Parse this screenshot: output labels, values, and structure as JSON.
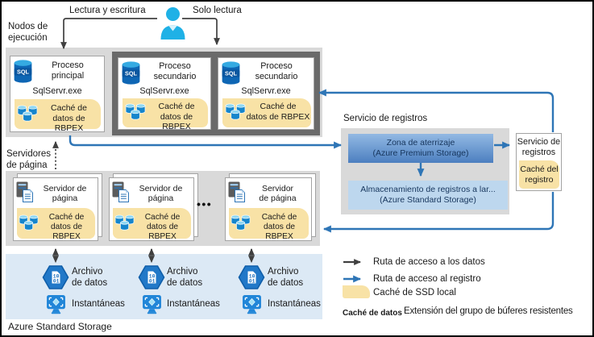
{
  "colors": {
    "blue_arrow": "#2E75B6",
    "dark_arrow": "#404040",
    "cache_yellow": "#F8E2A6",
    "container_gray": "#D9D9D9",
    "replica_container_gray": "#6A6A6A",
    "storage_area_blue": "#DCE9F5",
    "landing_zone_blue_top": "#93B9E3",
    "landing_zone_blue_bottom": "#4C7FC0",
    "long_term_blue": "#BDD7EE",
    "person_blue": "#1FB1E6"
  },
  "top": {
    "read_write_label": "Lectura y escritura",
    "read_only_label": "Solo lectura"
  },
  "compute": {
    "section_label": "Nodos de\nejecución",
    "primary": {
      "title": "Proceso\nprincipal",
      "process_name": "SqlServr.exe",
      "cache_label": "Caché de\ndatos de RBPEX"
    },
    "secondary": [
      {
        "title": "Proceso\nsecundario",
        "process_name": "SqlServr.exe",
        "cache_label": "Caché de\ndatos de RBPEX"
      },
      {
        "title": "Proceso\nsecundario",
        "process_name": "SqlServr.exe",
        "cache_label": "Caché de\ndatos de RBPEX"
      }
    ]
  },
  "log_service": {
    "section_label": "Servicio de registros",
    "landing_zone_label": "Zona de aterrizaje\n(Azure Premium Storage)",
    "long_term_label": "Almacenamiento de registros a lar...\n(Azure Standard Storage)",
    "service_title": "Servicio de\nregistros",
    "service_cache_label": "Caché del\nregistro"
  },
  "page_servers": {
    "section_label": "Servidores\nde página",
    "ellipsis": "•••",
    "items": [
      {
        "title": "Servidor de\npágina",
        "cache_label": "Caché de\ndatos de RBPEX"
      },
      {
        "title": "Servidor de\npágina",
        "cache_label": "Caché de\ndatos de RBPEX"
      },
      {
        "title": "Servidor\nde página",
        "cache_label": "Caché de\ndatos de RBPEX"
      }
    ]
  },
  "storage": {
    "area_label": "Azure Standard Storage",
    "columns": [
      {
        "file_label": "Archivo\nde datos",
        "snapshot_label": "Instantáneas"
      },
      {
        "file_label": "Archivo\nde datos",
        "snapshot_label": "Instantáneas"
      },
      {
        "file_label": "Archivo\nde datos",
        "snapshot_label": "Instantáneas"
      }
    ]
  },
  "legend": {
    "data_path_label": "Ruta de acceso a los datos",
    "log_path_label": "Ruta de acceso al registro",
    "ssd_cache_label": "Caché de SSD local",
    "cache_term": "Caché de datos",
    "cache_definition": "Extensión del grupo de búferes resistentes"
  },
  "icons": {
    "user": "user-icon",
    "sql_database": "sql-database-icon",
    "cache_cluster": "database-cluster-icon",
    "page_server": "server-page-icon",
    "data_file": "data-file-hexagon-icon",
    "snapshot": "snapshot-monitor-icon"
  }
}
